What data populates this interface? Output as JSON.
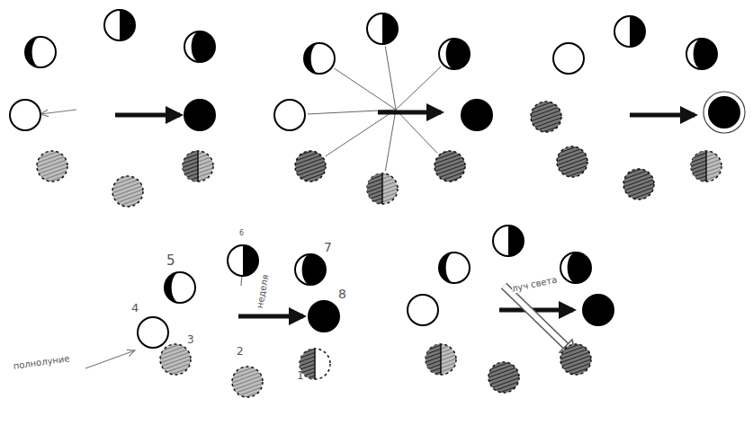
{
  "diagram": {
    "labels": [
      "5",
      "6",
      "7",
      "4",
      "8",
      "3",
      "2",
      "1",
      "полнолуние",
      "неделя",
      "луч света"
    ]
  }
}
